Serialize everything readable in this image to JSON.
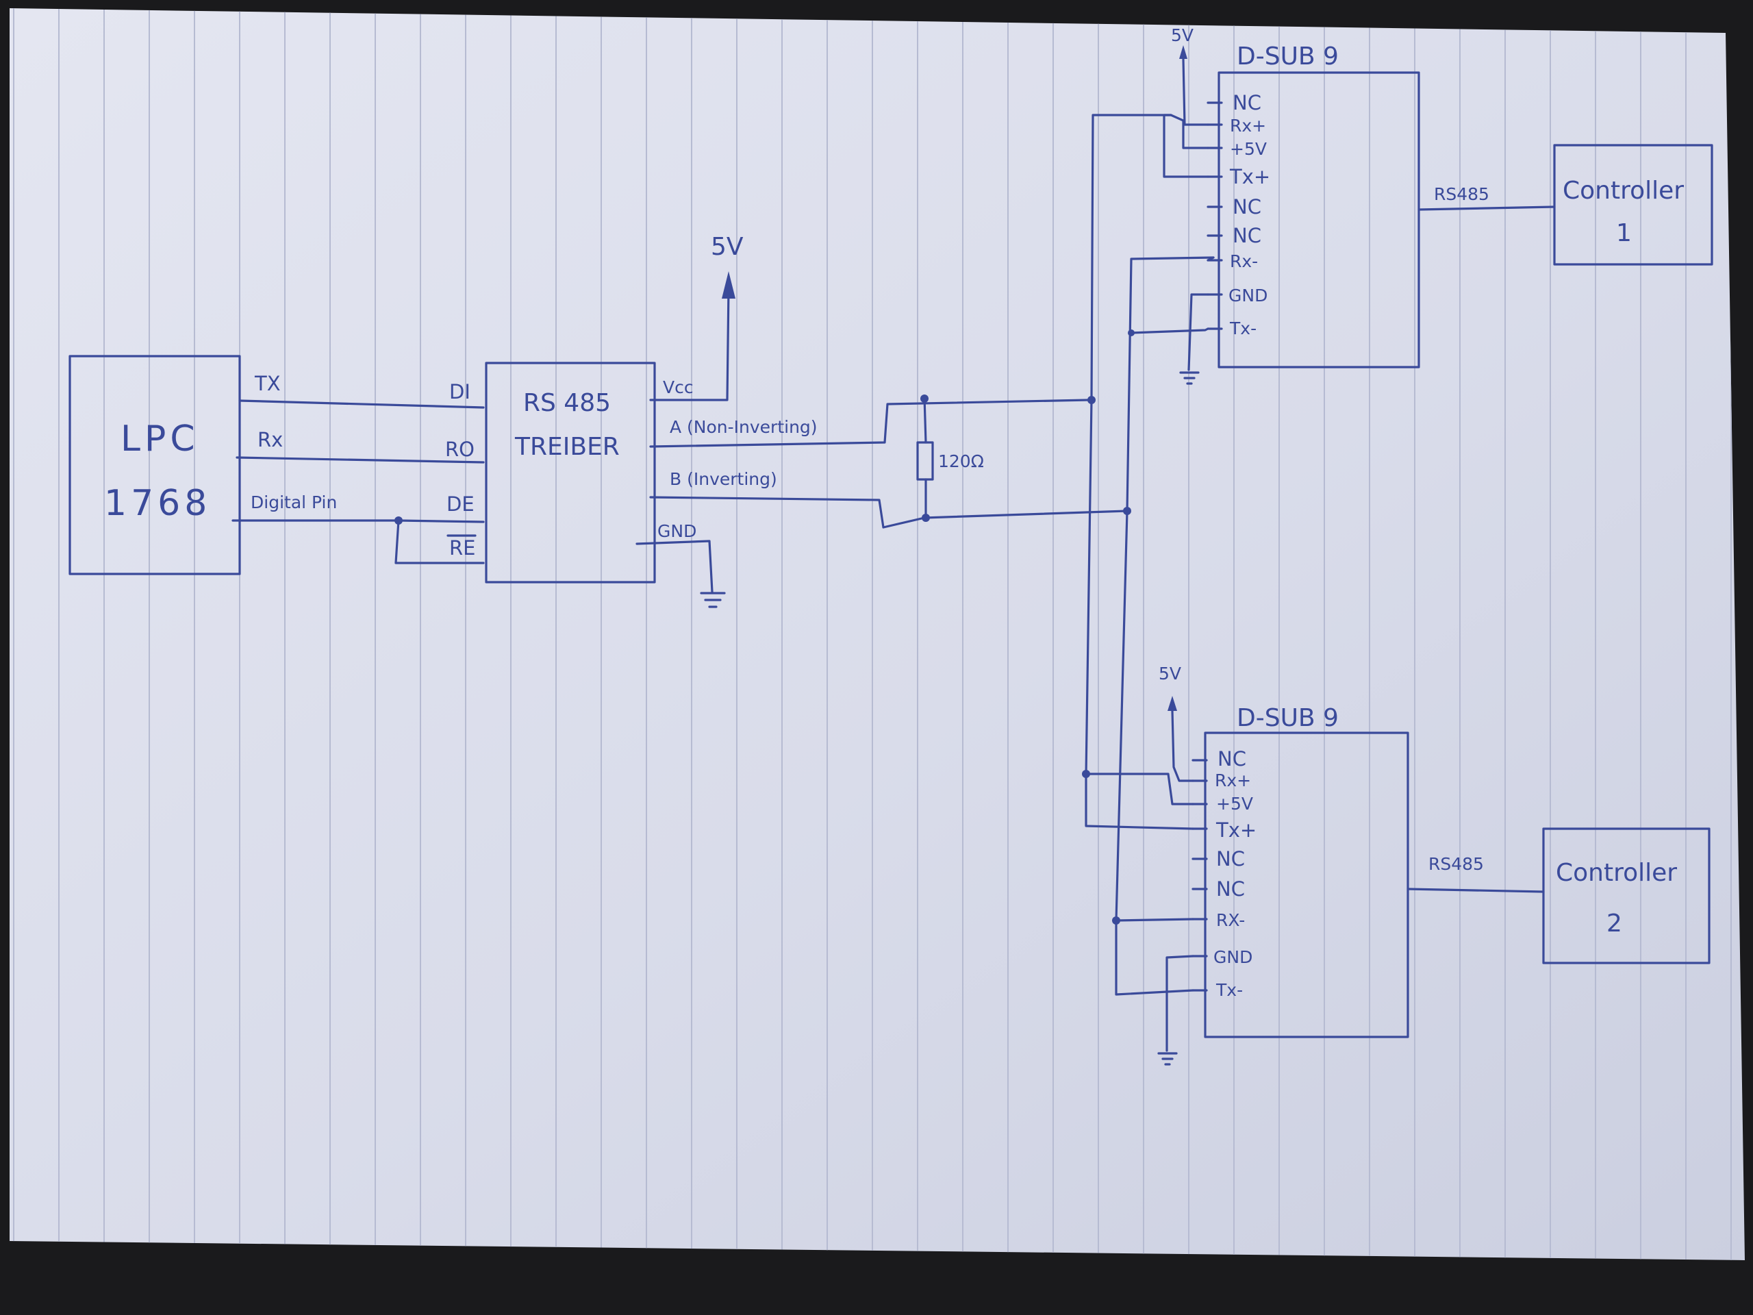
{
  "diagram": {
    "mcu": {
      "name": "LPC",
      "model": "1768",
      "pins": {
        "tx": "TX",
        "rx": "Rx",
        "digital": "Digital Pin"
      }
    },
    "driver": {
      "name": "RS 485",
      "subtitle": "TREIBER",
      "pins_left": {
        "di": "DI",
        "ro": "RO",
        "de": "DE",
        "re": "RE"
      },
      "pins_right": {
        "vcc": "Vcc",
        "a": "A (Non-Inverting)",
        "b": "B (Inverting)",
        "gnd": "GND"
      }
    },
    "supply": {
      "v5": "5V"
    },
    "resistor": "120Ω",
    "connector_top": {
      "name": "D-SUB 9",
      "pins": [
        "NC",
        "Rx+",
        "+5V",
        "Tx+",
        "NC",
        "NC",
        "Rx-",
        "GND",
        "Tx-"
      ],
      "bus": "RS485",
      "controller": {
        "name": "Controller",
        "num": "1"
      }
    },
    "connector_bottom": {
      "name": "D-SUB 9",
      "pins": [
        "NC",
        "Rx+",
        "+5V",
        "Tx+",
        "NC",
        "NC",
        "RX-",
        "GND",
        "Tx-"
      ],
      "bus": "RS485",
      "controller": {
        "name": "Controller",
        "num": "2"
      }
    }
  }
}
